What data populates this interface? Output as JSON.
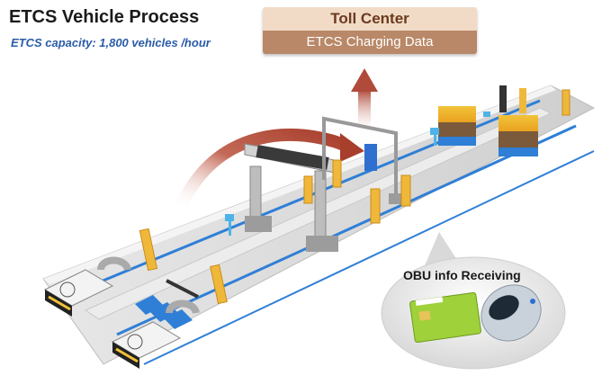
{
  "header": {
    "title": "ETCS Vehicle Process",
    "capacity": "ETCS capacity: 1,800 vehicles /hour"
  },
  "toll_center": {
    "name": "Toll Center",
    "data_label": "ETCS Charging  Data"
  },
  "obu_bubble": {
    "label": "OBU info Receiving"
  },
  "colors": {
    "road": "#d5d5d5",
    "lane_line": "#2f7fd6",
    "post": "#f0b83a",
    "arrow": "#b04a3a",
    "toll_top": "#f1dbc7",
    "toll_bottom": "#b98868",
    "bubble": "#e6e6e6"
  },
  "icons": [
    "upload-arrow-icon",
    "curved-arrow-icon",
    "obu-device-icon",
    "smart-card-icon"
  ]
}
